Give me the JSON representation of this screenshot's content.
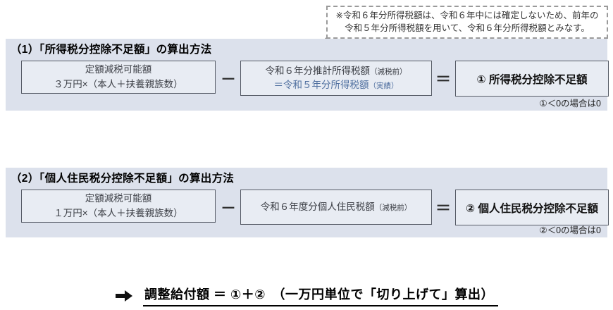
{
  "note_box": {
    "line1": "※令和６年分所得税額は、令和６年中には確定しないため、前年の",
    "line2": "令和５年分所得税額を用いて、令和６年分所得税額とみなす。"
  },
  "section1": {
    "heading": "（1）「所得税分控除不足額」の算出方法",
    "box1": {
      "line1": "定額減税可能額",
      "line2": "３万円×（本人＋扶養親族数）"
    },
    "minus": "－",
    "box2": {
      "line1": "令和６年分推計所得税額",
      "line1_note": "（減税前）",
      "line2": "＝令和５年分所得税額",
      "line2_note": "（実績）"
    },
    "equals": "＝",
    "result_box": "① 所得税分控除不足額",
    "footnote": "①＜0の場合は0"
  },
  "section2": {
    "heading": "（2）「個人住民税分控除不足額」の算出方法",
    "box1": {
      "line1": "定額減税可能額",
      "line2": "１万円×（本人＋扶養親族数）"
    },
    "minus": "－",
    "box2": {
      "line1": "令和６年度分個人住民税額",
      "line1_note": "（減税前）"
    },
    "equals": "＝",
    "result_box": "② 個人住民税分控除不足額",
    "footnote": "②＜0の場合は0"
  },
  "footer": {
    "formula": "調整給付額 ＝ ①＋②　（一万円単位で「切り上げて」算出）"
  },
  "colors": {
    "section_bg": "#dce1ec",
    "box_bg": "#e8ecf3",
    "box_border": "#565b66",
    "accent_blue": "#4f6f9f",
    "underline_black": "#000000"
  }
}
